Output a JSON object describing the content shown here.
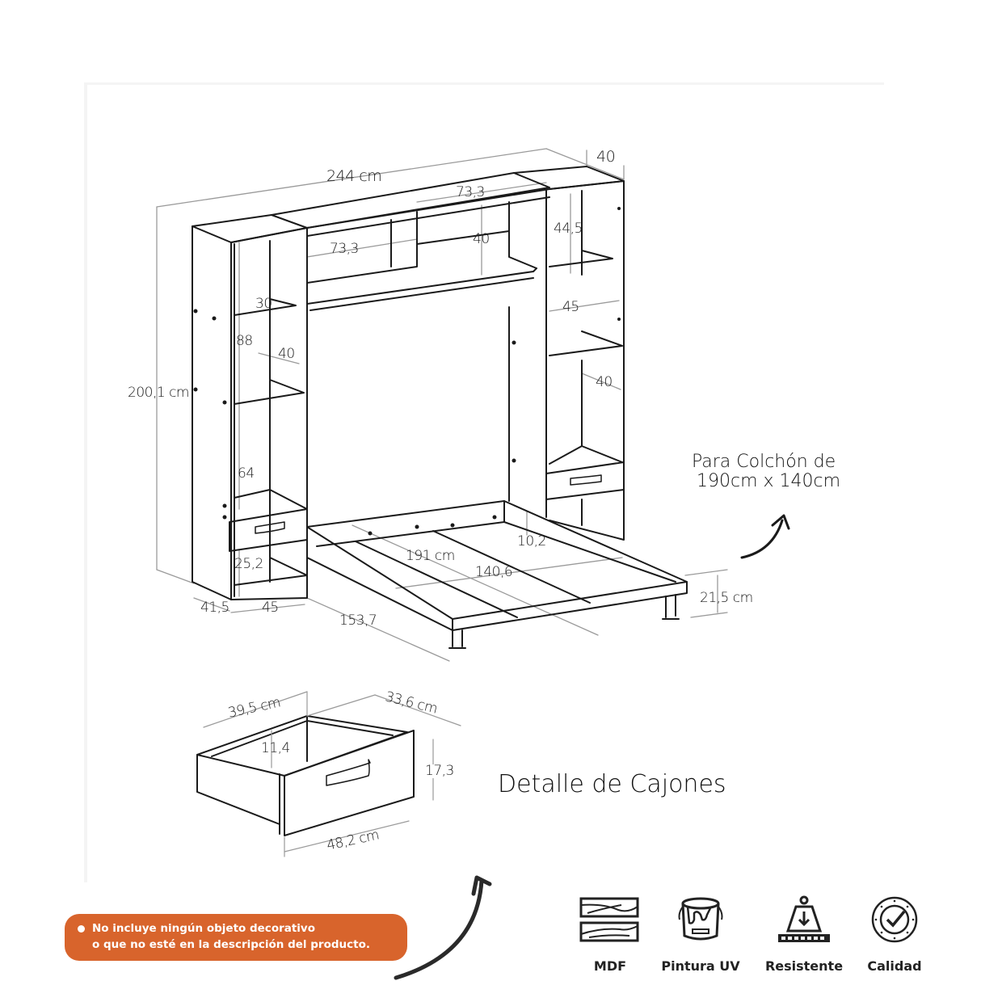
{
  "main_diagram": {
    "overall_width": "244 cm",
    "overall_height": "200,1 cm",
    "depth_top": "40",
    "top_left_compartment_width": "73,3",
    "top_right_compartment_width": "73,3",
    "top_compartment_height": "40",
    "left_tower": {
      "upper_shelf_depth": "30",
      "mid_height": "88",
      "inner_depth": "40",
      "lower_height": "64",
      "bottom_height": "25,2",
      "side_depth": "41,5",
      "width": "45"
    },
    "right_tower": {
      "upper_height": "44,5",
      "width": "45",
      "inner_depth": "40"
    },
    "bed": {
      "length": "191 cm",
      "width": "140,6",
      "frame_height": "10,2",
      "total_height": "21,5 cm",
      "outer_length": "153,7"
    },
    "mattress_note_line1": "Para Colchón de",
    "mattress_note_line2": "190cm x 140cm"
  },
  "drawer_detail": {
    "title": "Detalle de Cajones",
    "depth": "39,5 cm",
    "side": "33,6 cm",
    "inner_height": "11,4",
    "front_height": "17,3",
    "front_width": "48,2 cm"
  },
  "notice": {
    "line1": "No incluye ningún objeto decorativo",
    "line2": "o que no esté en la descripción del producto.",
    "color": "#d8642c"
  },
  "features": [
    {
      "icon": "wood-planks-icon",
      "label": "MDF"
    },
    {
      "icon": "paint-bucket-icon",
      "label": "Pintura UV"
    },
    {
      "icon": "weight-icon",
      "label": "Resistente"
    },
    {
      "icon": "quality-check-icon",
      "label": "Calidad"
    }
  ]
}
